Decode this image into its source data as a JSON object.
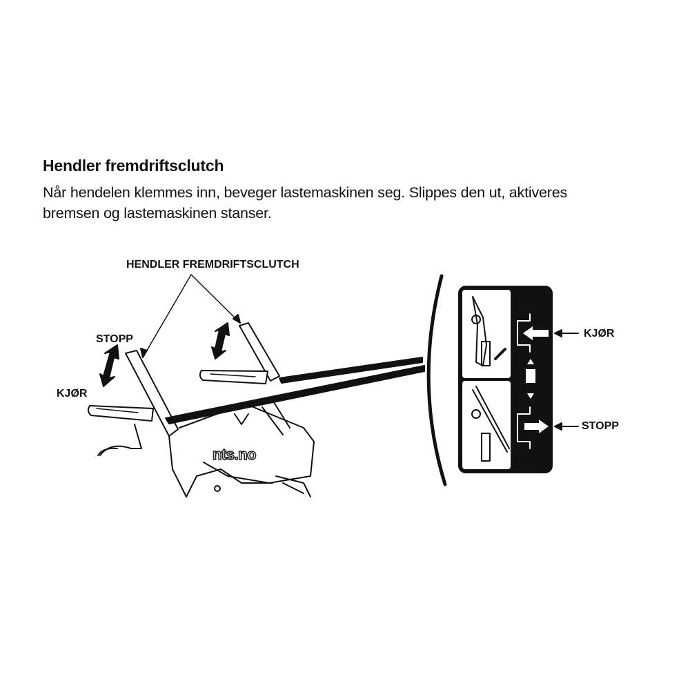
{
  "section": {
    "title": "Hendler fremdriftsclutch",
    "body_lines": [
      "Når hendelen klemmes inn, beveger lastemaskinen seg. Slippes den ut, aktiveres",
      "bremsen og lastemaskinen stanser."
    ]
  },
  "diagram": {
    "callout_label": "HENDLER FREMDRIFTSCLUTCH",
    "left_stop_label": "STOPP",
    "left_drive_label": "KJØR",
    "decal_drive_label": "KJØR",
    "decal_stop_label": "STOPP",
    "watermark": "nts.no"
  }
}
